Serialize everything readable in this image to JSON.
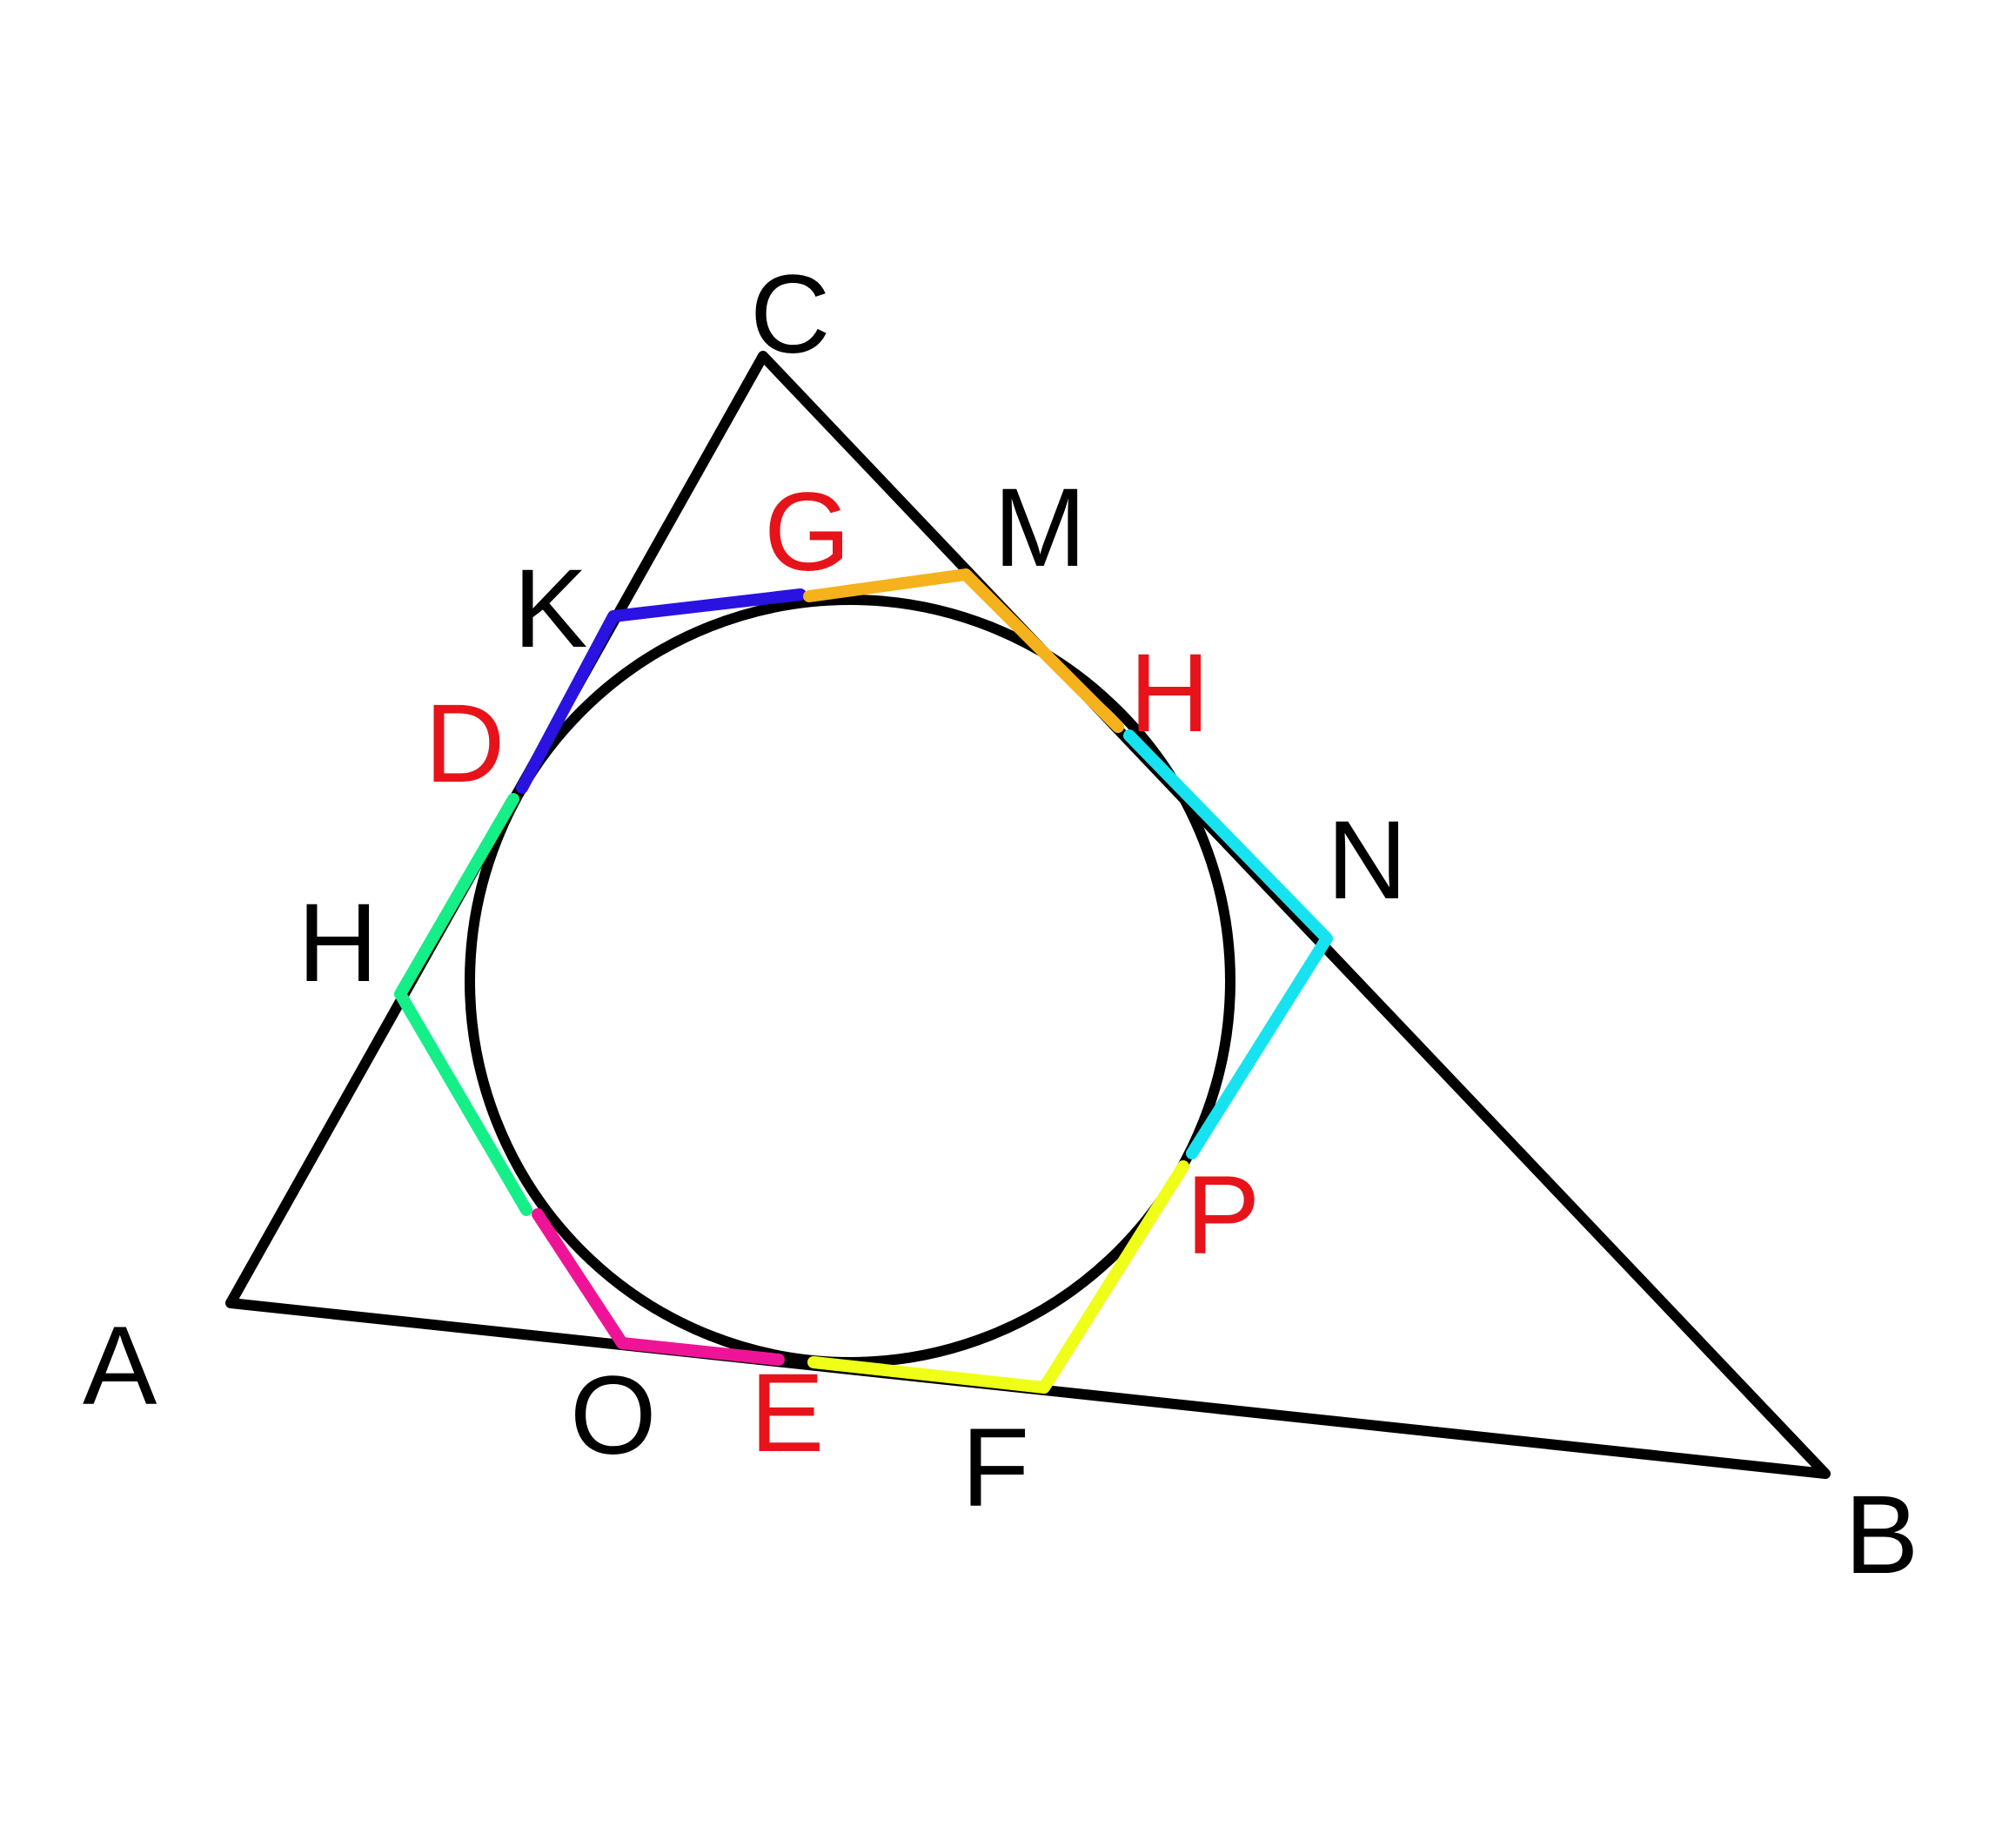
{
  "colors": {
    "background": "#ffffff",
    "stroke": "#000000",
    "black_label": "#000000",
    "red_label": "#e6141a",
    "segment_blue": "#2a12e0",
    "segment_orange": "#f5b21c",
    "segment_cyan": "#17e3f0",
    "segment_yellow": "#f0ff17",
    "segment_magenta": "#ef1497",
    "segment_green": "#15ef88"
  },
  "labels": {
    "A": "A",
    "B": "B",
    "C": "C",
    "K": "K",
    "M": "M",
    "N": "N",
    "H_left": "H",
    "O": "O",
    "F": "F",
    "G": "G",
    "H_right": "H",
    "D": "D",
    "E": "E",
    "P": "P"
  }
}
